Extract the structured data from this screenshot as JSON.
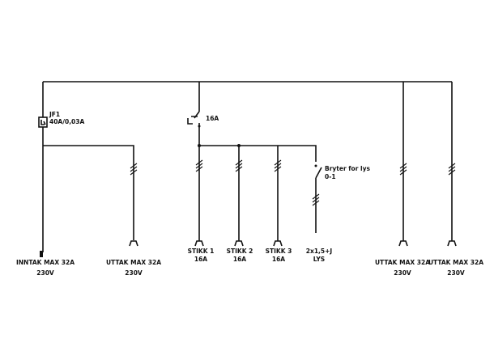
{
  "breaker_main": {
    "id": "JF1",
    "rating": "40A/0,03A"
  },
  "breaker_16": {
    "rating": "16A"
  },
  "switch": {
    "label": "Bryter for lys",
    "state": "0-1"
  },
  "outputs": [
    {
      "line1": "INNTAK MAX 32A",
      "line2": "230V"
    },
    {
      "line1": "UTTAK MAX 32A",
      "line2": "230V"
    },
    {
      "line1": "STIKK 1",
      "line2": "16A"
    },
    {
      "line1": "STIKK 2",
      "line2": "16A"
    },
    {
      "line1": "STIKK 3",
      "line2": "16A"
    },
    {
      "line1": "2x1,5+J",
      "line2": "LYS"
    },
    {
      "line1": "UTTAK MAX 32A",
      "line2": "230V"
    },
    {
      "line1": "UTTAK MAX 32A",
      "line2": "230V"
    }
  ]
}
